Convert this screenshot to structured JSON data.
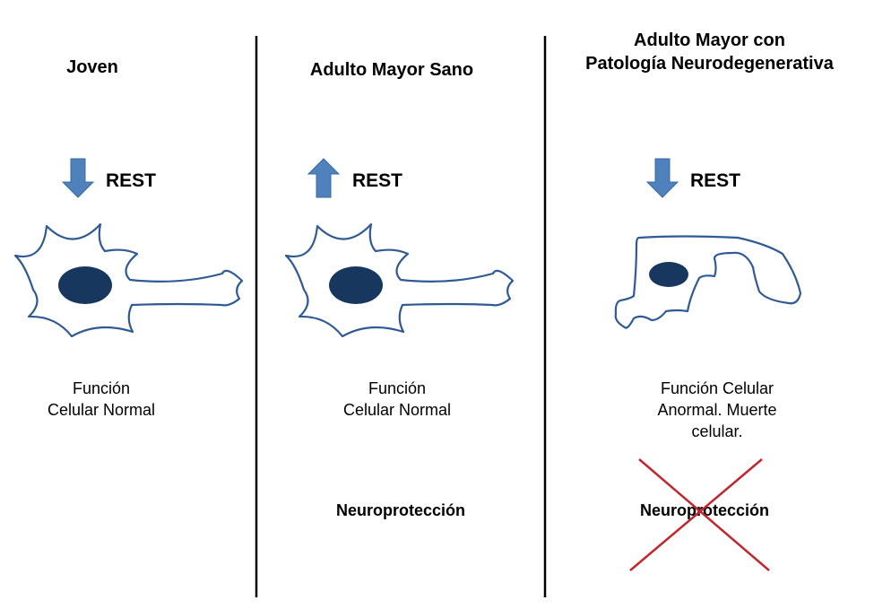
{
  "panels": [
    {
      "title": "Joven",
      "rest_label": "REST",
      "rest_direction": "down",
      "function_lines": [
        "Función",
        "Celular Normal"
      ]
    },
    {
      "title": "Adulto Mayor Sano",
      "rest_label": "REST",
      "rest_direction": "up",
      "function_lines": [
        "Función",
        "Celular Normal"
      ],
      "outcome": "Neuroprotección"
    },
    {
      "title_lines": [
        "Adulto Mayor con",
        "Patología Neurodegenerativa"
      ],
      "rest_label": "REST",
      "rest_direction": "down",
      "function_lines": [
        "Función Celular",
        "Anormal. Muerte",
        "celular."
      ],
      "outcome": "Neuroprotección",
      "outcome_crossed": true
    }
  ],
  "colors": {
    "arrow": "#4f81bd",
    "neuron_outline": "#2f5a94",
    "nucleus": "#17375e",
    "cross": "#c0262d",
    "divider": "#000000"
  }
}
